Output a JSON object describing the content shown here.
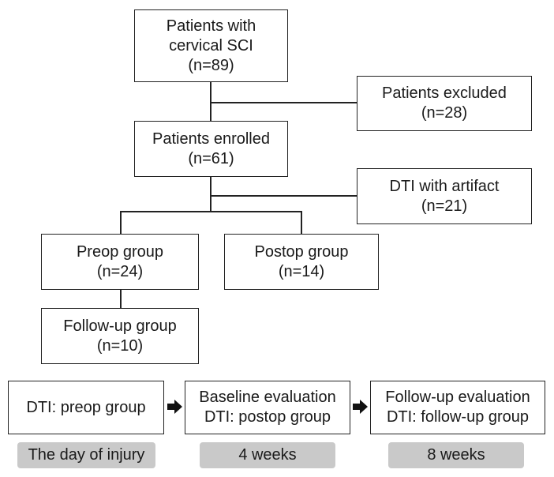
{
  "flow": {
    "patients": {
      "line1": "Patients with",
      "line2": "cervical SCI",
      "line3": "(n=89)"
    },
    "excluded": {
      "line1": "Patients excluded",
      "line2": "(n=28)"
    },
    "enrolled": {
      "line1": "Patients enrolled",
      "line2": "(n=61)"
    },
    "artifact": {
      "line1": "DTI with artifact",
      "line2": "(n=21)"
    },
    "preop": {
      "line1": "Preop group",
      "line2": "(n=24)"
    },
    "postop": {
      "line1": "Postop group",
      "line2": "(n=14)"
    },
    "followup": {
      "line1": "Follow-up group",
      "line2": "(n=10)"
    }
  },
  "timeline": {
    "step1": {
      "line1": "DTI: preop group",
      "label": "The day of injury"
    },
    "step2": {
      "line1": "Baseline evaluation",
      "line2": "DTI: postop group",
      "label": "4 weeks"
    },
    "step3": {
      "line1": "Follow-up evaluation",
      "line2": "DTI: follow-up group",
      "label": "8 weeks"
    }
  }
}
